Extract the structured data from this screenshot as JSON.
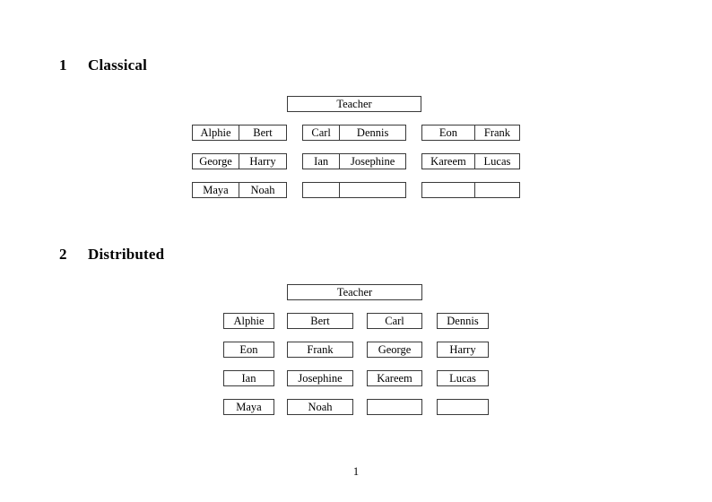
{
  "document": {
    "page_number": "1",
    "background_color": "#ffffff",
    "text_color": "#000000",
    "border_color": "#3a3a3a"
  },
  "sections": [
    {
      "id": "classical",
      "number": "1",
      "title": "Classical",
      "teacher_label": "Teacher",
      "layout": "grouped-pairs",
      "rows": [
        {
          "groups": [
            {
              "left": "Alphie",
              "right": "Bert"
            },
            {
              "left": "Carl",
              "right": "Dennis"
            },
            {
              "left": "Eon",
              "right": "Frank"
            }
          ]
        },
        {
          "groups": [
            {
              "left": "George",
              "right": "Harry"
            },
            {
              "left": "Ian",
              "right": "Josephine"
            },
            {
              "left": "Kareem",
              "right": "Lucas"
            }
          ]
        },
        {
          "groups": [
            {
              "left": "Maya",
              "right": "Noah"
            },
            {
              "left": "",
              "right": ""
            },
            {
              "left": "",
              "right": ""
            }
          ]
        }
      ]
    },
    {
      "id": "distributed",
      "number": "2",
      "title": "Distributed",
      "teacher_label": "Teacher",
      "layout": "individual-boxes",
      "rows": [
        {
          "cells": [
            "Alphie",
            "Bert",
            "Carl",
            "Dennis"
          ]
        },
        {
          "cells": [
            "Eon",
            "Frank",
            "George",
            "Harry"
          ]
        },
        {
          "cells": [
            "Ian",
            "Josephine",
            "Kareem",
            "Lucas"
          ]
        },
        {
          "cells": [
            "Maya",
            "Noah",
            "",
            ""
          ]
        }
      ]
    }
  ]
}
